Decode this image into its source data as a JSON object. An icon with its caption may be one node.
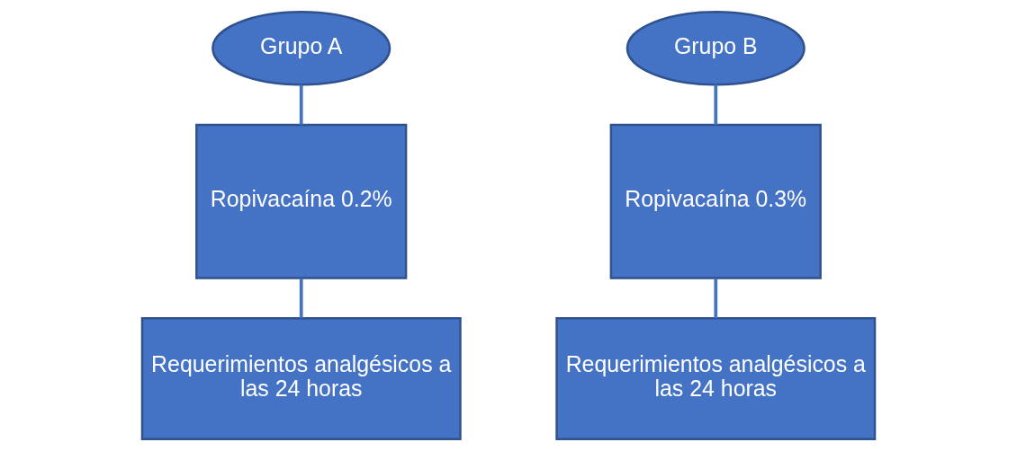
{
  "diagram": {
    "nodes": [
      {
        "text": [
          "Grupo A"
        ]
      },
      {
        "text": [
          "Ropivacaína 0.2%"
        ]
      },
      {
        "text": [
          "Requerimientos analgésicos a las 24 horas"
        ]
      },
      {
        "text": [
          "Grupo B"
        ]
      },
      {
        "text": [
          "Ropivacaína 0.3%"
        ]
      },
      {
        "text": [
          "Requerimientos analgésicos a las 24 horas"
        ]
      }
    ],
    "edges": [
      {
        "from": 0,
        "to": 1,
        "arrow": "none"
      },
      {
        "from": 1,
        "to": 2,
        "arrow": "none"
      },
      {
        "from": 3,
        "to": 4,
        "arrow": "none"
      },
      {
        "from": 4,
        "to": 5,
        "arrow": "none"
      }
    ]
  }
}
